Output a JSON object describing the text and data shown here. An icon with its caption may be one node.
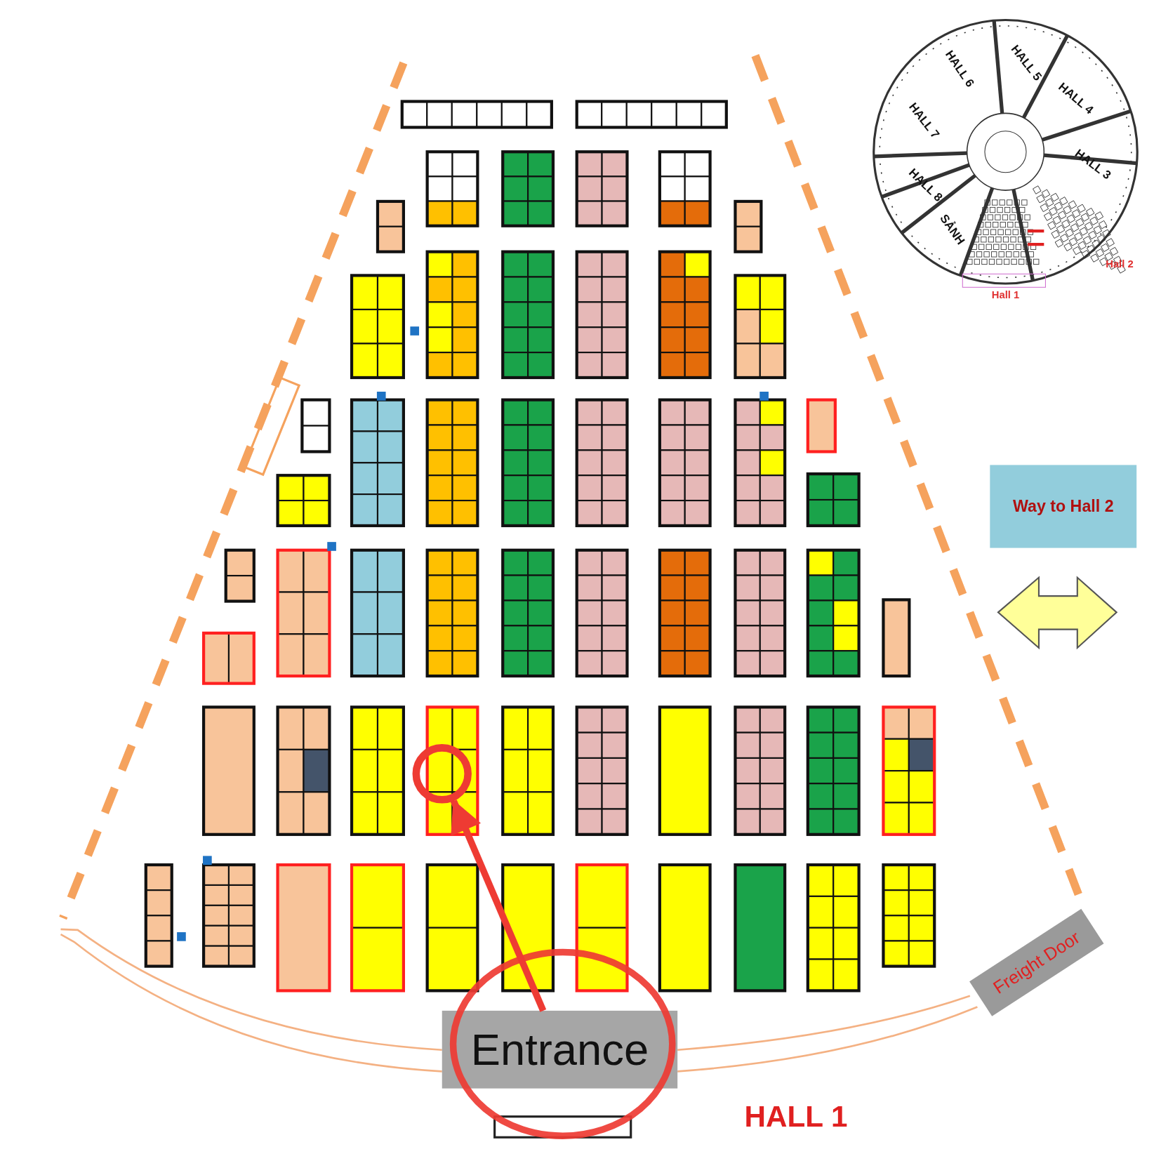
{
  "diagram": {
    "nodes": [
      {
        "text": [
          "Entrance"
        ]
      },
      {
        "text": [],
        "shape": "circle"
      },
      {
        "text": [
          "Freight Door"
        ]
      },
      {
        "text": [
          "Way to Hall 2"
        ]
      },
      {
        "text": [],
        "shape": "box"
      }
    ],
    "edges": [
      {
        "from": 0,
        "to": 1,
        "arrow": "to",
        "color": "#ee3b33"
      }
    ],
    "labels": [
      "HALL 6",
      "HALL 5",
      "HALL 4",
      "HALL 7",
      "HALL 3",
      "HALL 8",
      "SẢNH",
      "Hall 2",
      "Hall 1",
      "HALL 1"
    ]
  }
}
